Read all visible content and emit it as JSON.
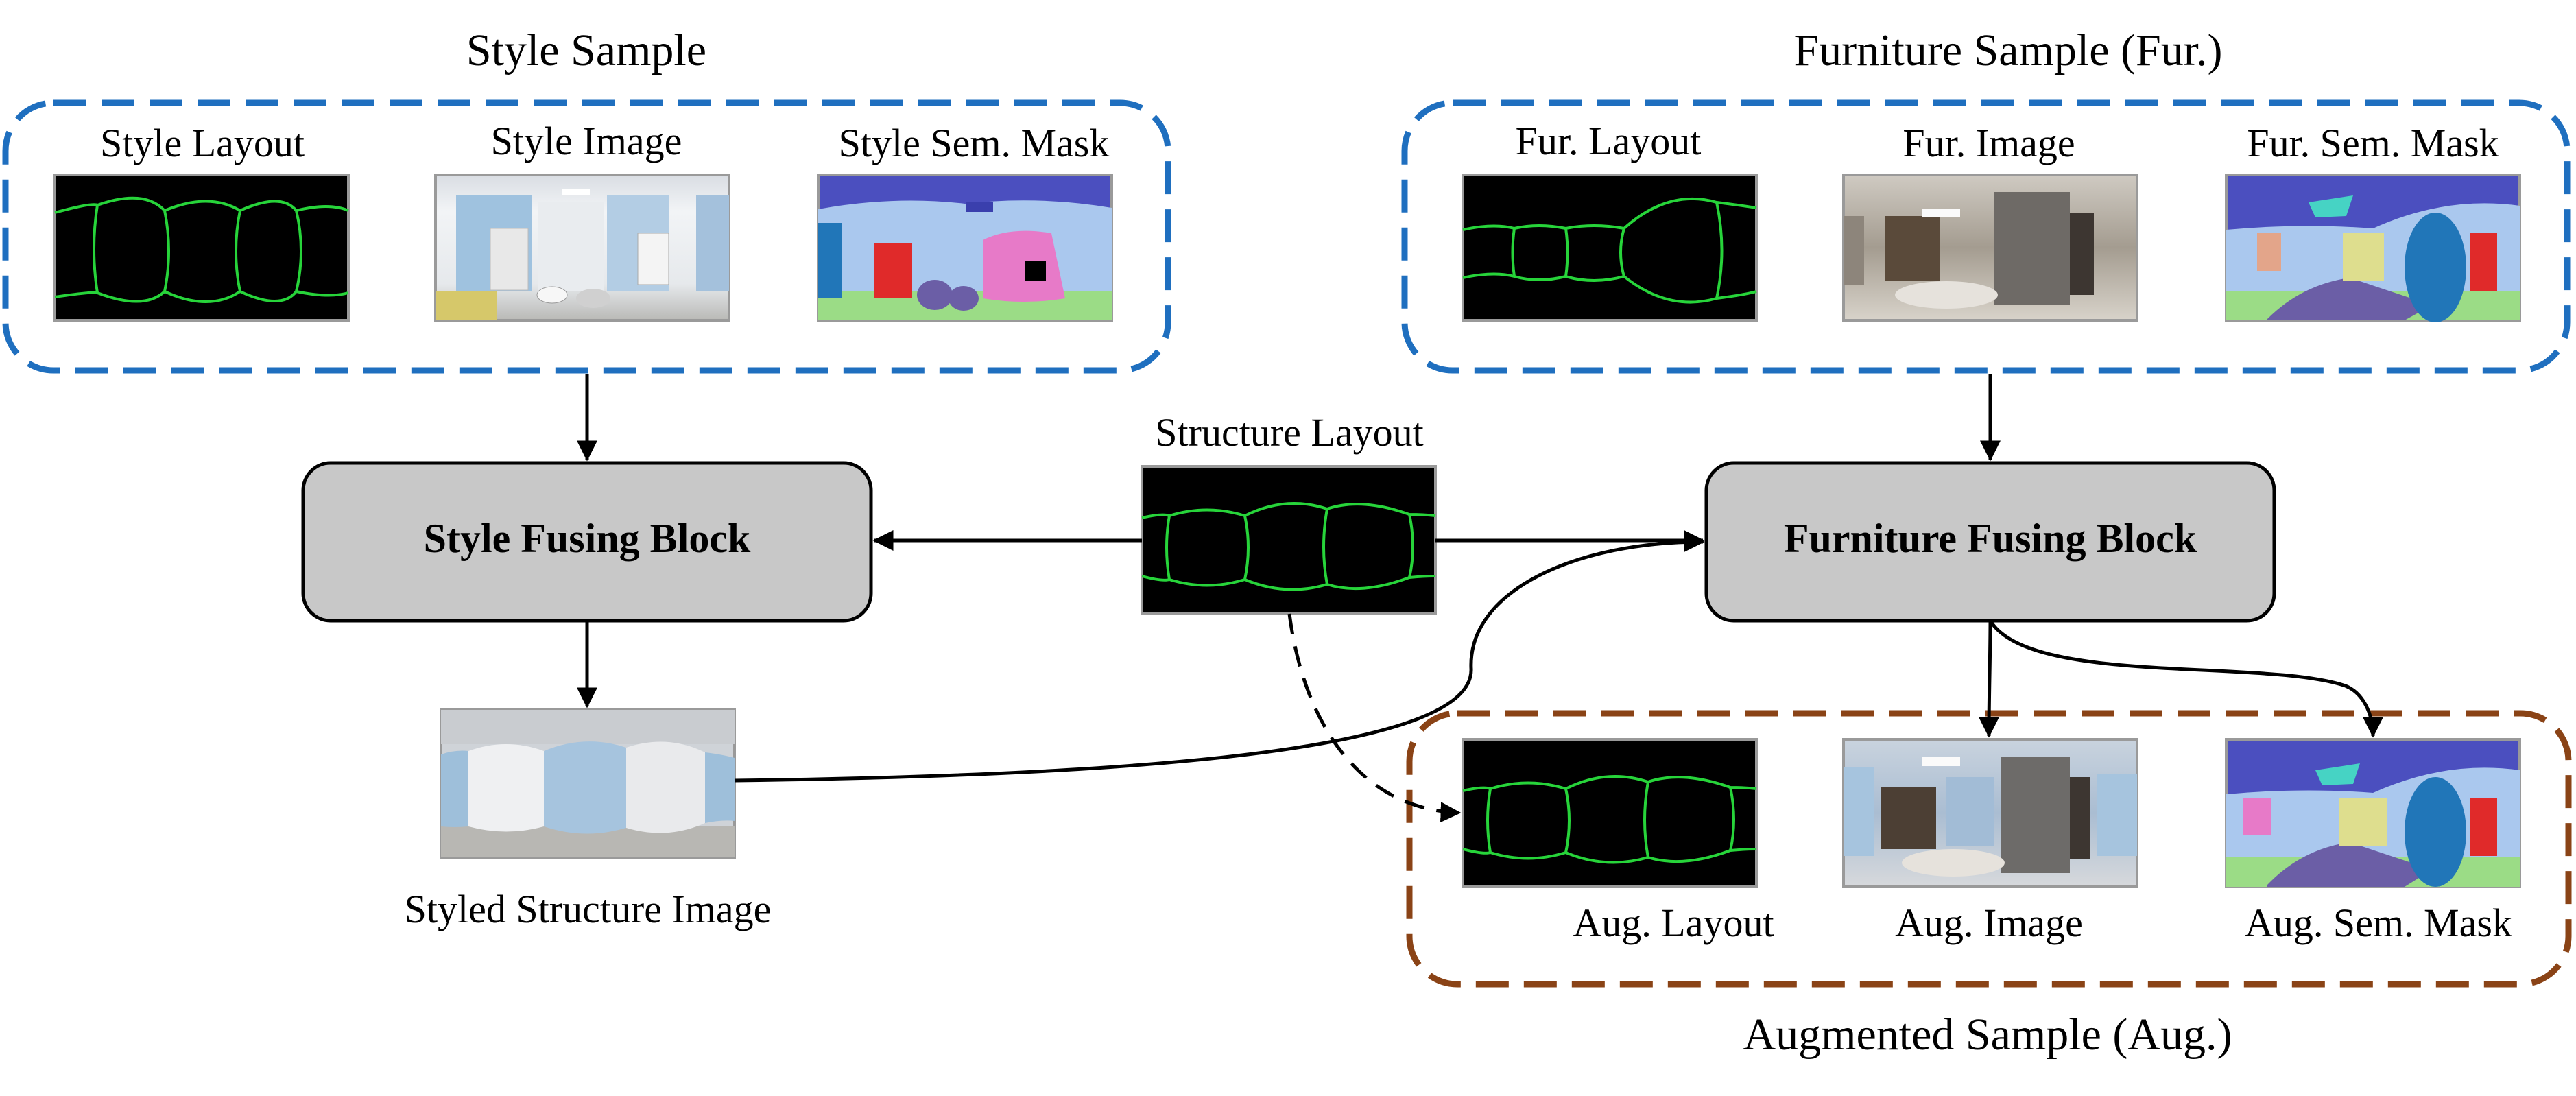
{
  "groups": {
    "style": {
      "title": "Style Sample",
      "color": "#1f6fbf"
    },
    "furniture": {
      "title": "Furniture Sample (Fur.)",
      "color": "#1f6fbf"
    },
    "augmented": {
      "title": "Augmented Sample (Aug.)",
      "color": "#8a4316"
    }
  },
  "thumbnails": {
    "style_layout": "Style  Layout",
    "style_image": "Style  Image",
    "style_sem_mask": "Style  Sem. Mask",
    "fur_layout": "Fur.  Layout",
    "fur_image": "Fur.  Image",
    "fur_sem_mask": "Fur.  Sem. Mask",
    "structure_layout": "Structure  Layout",
    "styled_structure_image": "Styled Structure Image",
    "aug_layout": "Aug. Layout",
    "aug_image": "Aug.  Image",
    "aug_sem_mask": "Aug. Sem. Mask"
  },
  "blocks": {
    "style_fusing": "Style Fusing Block",
    "furniture_fusing": "Furniture Fusing Block"
  },
  "colors": {
    "block_fill": "#c8c8c8",
    "layout_line": "#27d43a",
    "arrow": "#000000",
    "sem_sky": "#4b4fbf",
    "sem_wall": "#aac8ee",
    "sem_floor": "#9bdc86",
    "sem_blue": "#2176b8",
    "sem_red": "#e02a2a",
    "sem_pink": "#e77ac8",
    "sem_purple": "#6b5ea6",
    "sem_yellow": "#dede8e",
    "sem_teal": "#46d3c4"
  }
}
